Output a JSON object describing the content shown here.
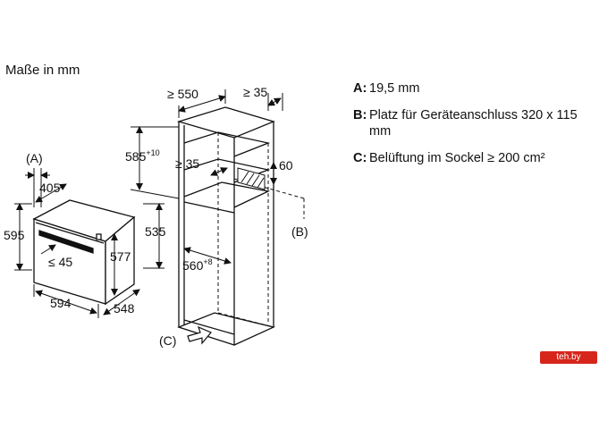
{
  "units_label": "Maße in mm",
  "legend": [
    {
      "key": "A:",
      "text": "19,5 mm"
    },
    {
      "key": "B:",
      "text": "Platz für Geräteanschluss 320 x 115 mm"
    },
    {
      "key": "C:",
      "text": "Belüftung im Sockel ≥ 200 cm²"
    }
  ],
  "oven": {
    "label_a": "(A)",
    "dim_depth_top": "405",
    "dim_height_front": "595",
    "dim_door_gap": "≤ 45",
    "dim_inner_height": "577",
    "dim_side_height": "535",
    "dim_width": "594",
    "dim_depth": "548"
  },
  "cabinet": {
    "dim_depth": "≥ 550",
    "dim_back_gap": "≥ 35",
    "dim_shelf_top": "585",
    "dim_shelf_top_tol": "+10",
    "dim_back_inner": "≥ 35",
    "dim_vent": "60",
    "dim_niche_width": "560",
    "dim_niche_width_tol": "+8",
    "label_b": "(B)",
    "label_c": "(C)"
  },
  "watermark": "teh.by"
}
